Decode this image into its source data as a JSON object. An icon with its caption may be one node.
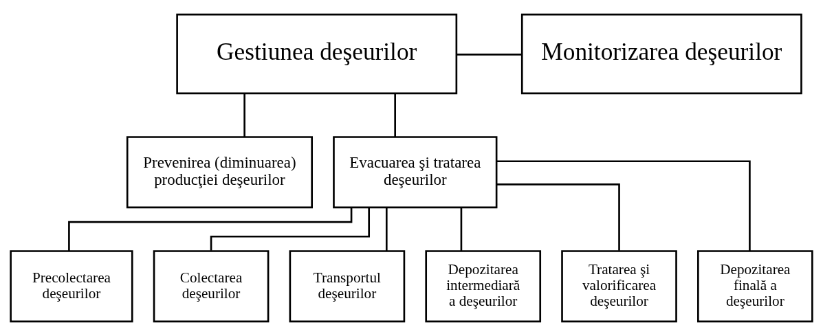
{
  "diagram": {
    "nodes": [
      {
        "text": [
          "Gestiunea deşeurilor"
        ]
      },
      {
        "text": [
          "Monitorizarea deşeurilor"
        ]
      },
      {
        "text": [
          "Prevenirea (diminuarea) producţiei deşeurilor"
        ]
      },
      {
        "text": [
          "Evacuarea şi tratarea deşeurilor"
        ]
      },
      {
        "text": [
          "Precolectarea deşeurilor"
        ]
      },
      {
        "text": [
          "Colectarea deşeurilor"
        ]
      },
      {
        "text": [
          "Transportul deşeurilor"
        ]
      },
      {
        "text": [
          "Depozitarea intermediară a deşeurilor"
        ]
      },
      {
        "text": [
          "Tratarea şi valorificarea deşeurilor"
        ]
      },
      {
        "text": [
          "Depozitarea finală a deşeurilor"
        ]
      }
    ],
    "edges": [
      {
        "from": 0,
        "to": 1,
        "arrow": "none"
      },
      {
        "from": 0,
        "to": 2,
        "arrow": "none"
      },
      {
        "from": 0,
        "to": 3,
        "arrow": "none"
      },
      {
        "from": 3,
        "to": 4,
        "arrow": "none"
      },
      {
        "from": 3,
        "to": 5,
        "arrow": "none"
      },
      {
        "from": 3,
        "to": 6,
        "arrow": "none"
      },
      {
        "from": 3,
        "to": 7,
        "arrow": "none"
      },
      {
        "from": 3,
        "to": 8,
        "arrow": "none"
      },
      {
        "from": 3,
        "to": 9,
        "arrow": "none"
      }
    ]
  }
}
